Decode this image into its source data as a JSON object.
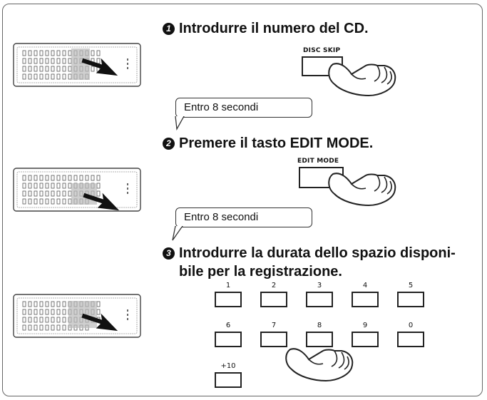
{
  "steps": [
    {
      "number": "1",
      "text": "Introdurre il numero del CD."
    },
    {
      "number": "2",
      "text": "Premere il tasto EDIT MODE."
    },
    {
      "number": "3",
      "text_line1": "Introdurre la durata dello spazio disponi-",
      "text_line2": "bile per la registrazione."
    }
  ],
  "buttons": {
    "disc_skip": "DISC SKIP",
    "edit_mode": "EDIT MODE"
  },
  "notes": [
    "Entro 8 secondi",
    "Entro 8 secondi"
  ],
  "keypad": {
    "row1": [
      "1",
      "2",
      "3",
      "4",
      "5"
    ],
    "row2": [
      "6",
      "7",
      "8",
      "9",
      "0"
    ],
    "row3": [
      "+10"
    ]
  },
  "icons": [
    "remote-control-icon",
    "pointing-hand-icon",
    "arrow-icon"
  ]
}
